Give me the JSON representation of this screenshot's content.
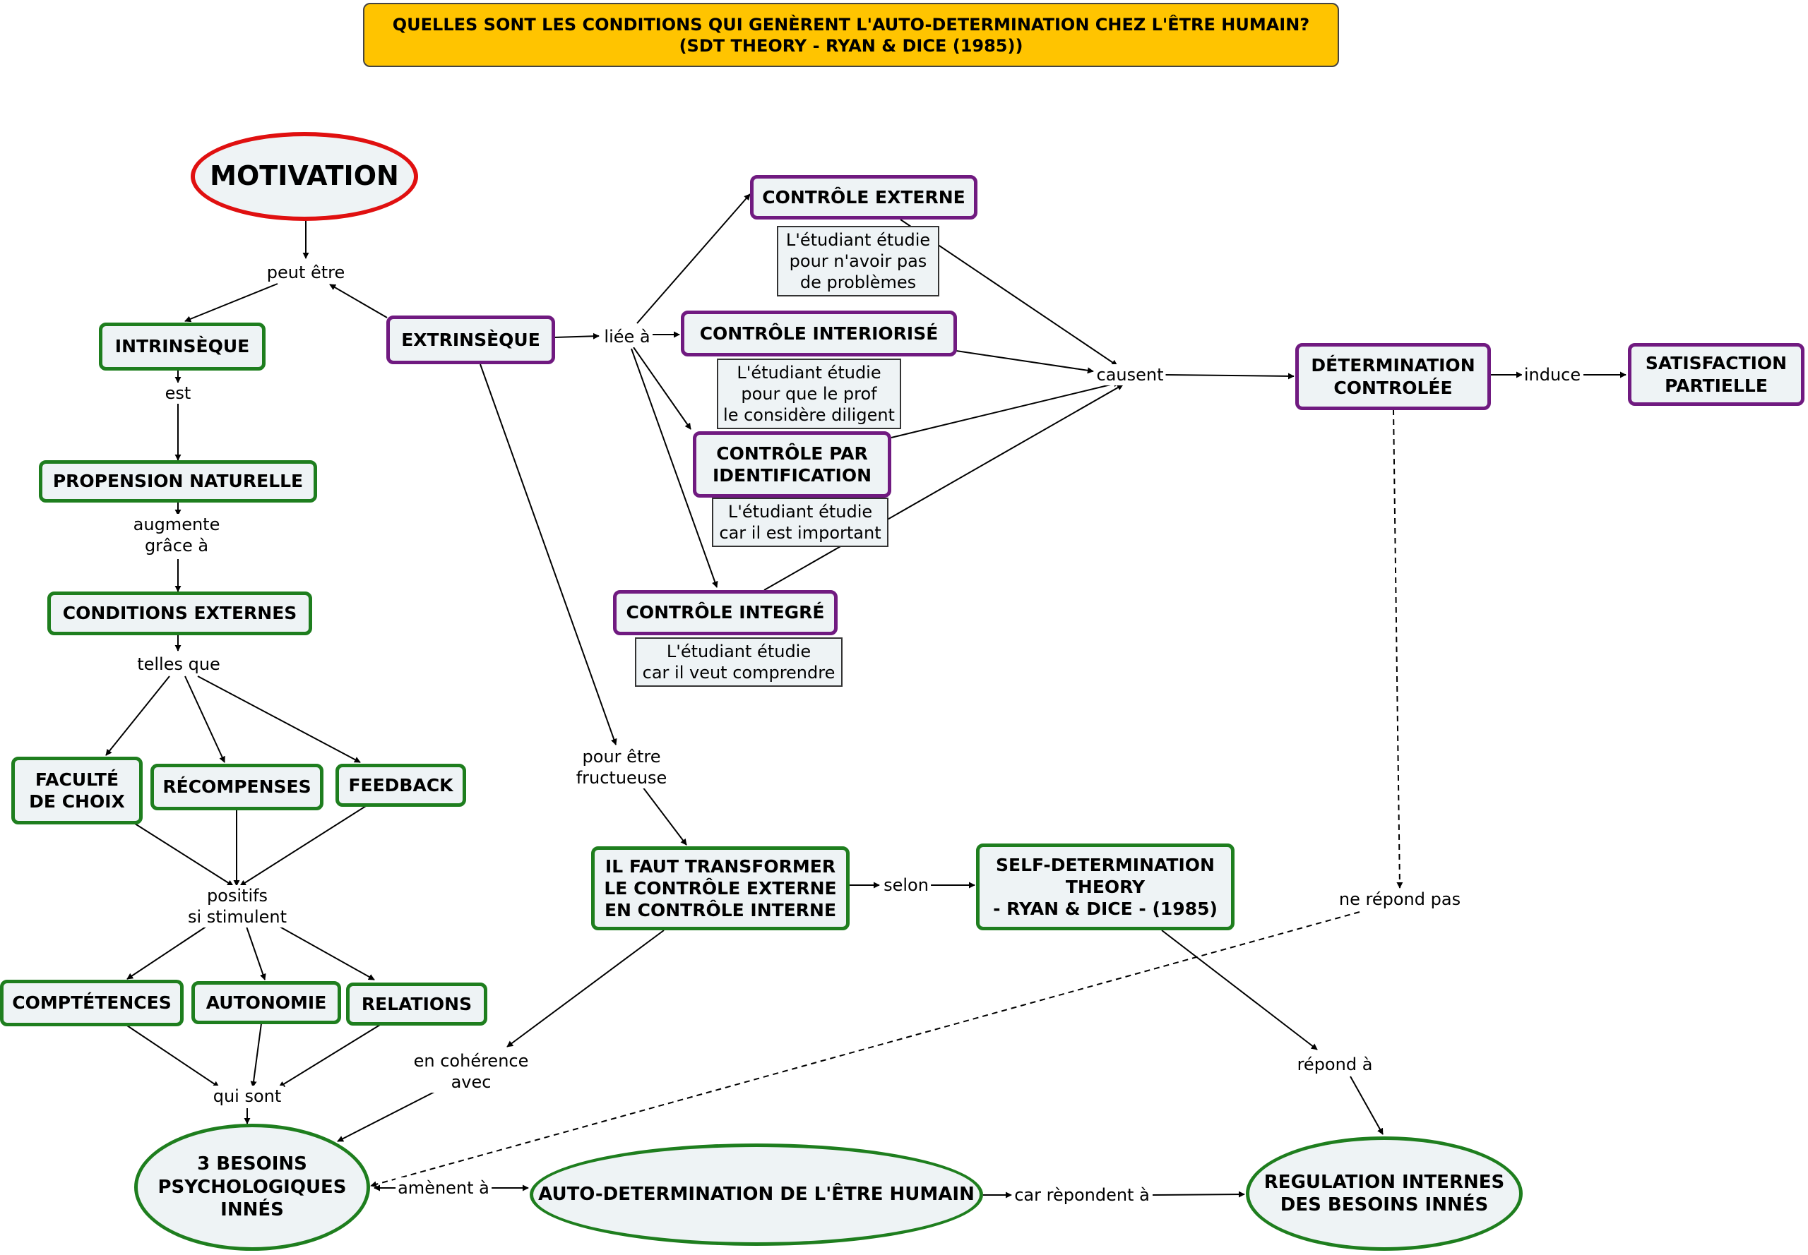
{
  "title": {
    "line1": "QUELLES SONT LES CONDITIONS QUI GENÈRENT L'AUTO-DETERMINATION CHEZ L'ÊTRE HUMAIN?",
    "line2": "(SDT THEORY - RYAN & DICE (1985))"
  },
  "nodes": {
    "motivation": "MOTIVATION",
    "intrinseque": "INTRINSÈQUE",
    "extrinseque": "EXTRINSÈQUE",
    "propension": "PROPENSION NATURELLE",
    "conditions": "CONDITIONS EXTERNES",
    "faculte": "FACULTÉ\nDE CHOIX",
    "recompenses": "RÉCOMPENSES",
    "feedback": "FEEDBACK",
    "competences": "COMPTÉTENCES",
    "autonomie": "AUTONOMIE",
    "relations": "RELATIONS",
    "besoins": "3 BESOINS\nPSYCHOLOGIQUES\nINNÉS",
    "autodet": "AUTO-DETERMINATION DE L'ÊTRE HUMAIN",
    "regulation": "REGULATION INTERNES\nDES BESOINS INNÉS",
    "controle_externe": "CONTRÔLE EXTERNE",
    "controle_interiorise": "CONTRÔLE INTERIORISÉ",
    "controle_identification": "CONTRÔLE PAR\nIDENTIFICATION",
    "controle_integre": "CONTRÔLE INTEGRÉ",
    "transformer": "IL FAUT TRANSFORMER\nLE CONTRÔLE EXTERNE\nEN CONTRÔLE INTERNE",
    "sdt": "SELF-DETERMINATION\nTHEORY\n- RYAN & DICE - (1985)",
    "determination": "DÉTERMINATION\nCONTROLÉE",
    "satisfaction": "SATISFACTION\nPARTIELLE"
  },
  "notes": {
    "externe": "L'étudiant étudie\npour n'avoir pas\nde problèmes",
    "interiorise": "L'étudiant étudie\npour que le prof\nle considère diligent",
    "identification": "L'étudiant étudie\ncar il est important",
    "integre": "L'étudiant étudie\ncar il veut comprendre"
  },
  "labels": {
    "peut_etre": "peut être",
    "est": "est",
    "augmente": "augmente\ngrâce à",
    "telles_que": "telles que",
    "positifs": "positifs\nsi stimulent",
    "qui_sont": "qui sont",
    "liee_a": "liée à",
    "causent": "causent",
    "induce": "induce",
    "pour_etre": "pour être\nfructueuse",
    "selon": "selon",
    "coherence": "en cohérence\navec",
    "amenent": "amènent à",
    "car_repondent": "car rèpondent à",
    "ne_repond": "ne répond pas",
    "repond": "répond à"
  },
  "colors": {
    "green_border": "#1e7e1e",
    "purple_border": "#701a80",
    "red_border": "#e01010",
    "title_fill": "#ffc400",
    "node_fill": "#eef3f5"
  }
}
